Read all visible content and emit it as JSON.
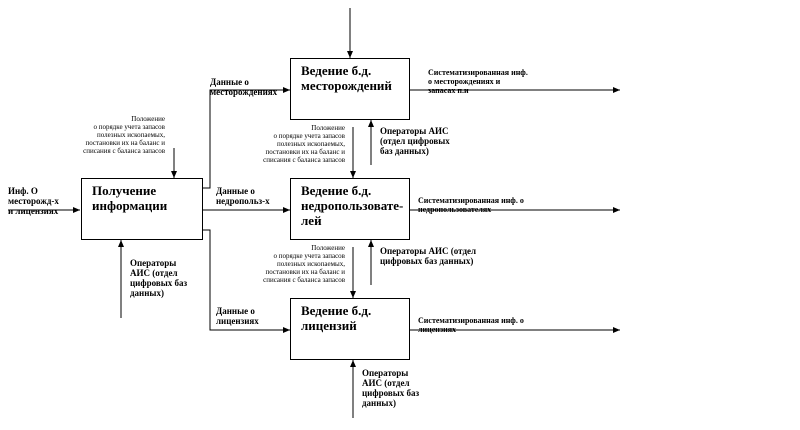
{
  "boxes": {
    "receive": "Получение\nинформации",
    "deposits": "Ведение б.д.\nместорождений",
    "subsoil": "Ведение б.д.\nнедропользовате-\nлей",
    "licenses": "Ведение б.д.\nлицензий"
  },
  "inputs": {
    "main": "Инф. О\nместорожд-х\nи лицензиях",
    "deposits_data": "Данные о\nместорождениях",
    "subsoil_data": "Данные о\nнедропольз-х",
    "license_data": "Данные о\nлицензиях"
  },
  "controls": {
    "regulation_receive": "Положение\nо порядке учета запасов\nполезных ископаемых,\nпостановки их на баланс и\nсписания с баланса запасов",
    "regulation_subsoil": "Положение\nо порядке учета запасов\nполезных ископаемых,\nпостановки их на баланс и\nсписания с баланса запасов",
    "regulation_licenses": "Положение\nо порядке учета запасов\nполезных ископаемых,\nпостановки их на баланс и\nсписания с баланса запасов"
  },
  "mechanisms": {
    "receive": "Операторы\nАИС (отдел\nцифровых баз\nданных)",
    "deposits": "Операторы АИС\n(отдел цифровых\nбаз данных)",
    "subsoil": "Операторы АИС (отдел\nцифровых баз данных)",
    "licenses": "Операторы\nАИС (отдел\nцифровых баз\nданных)"
  },
  "outputs": {
    "deposits": "Систематизированная инф.\nо месторождениях и\nзапасах п.и",
    "subsoil": "Систематизированная инф. о\nнедропользователях",
    "licenses": "Систематизированная инф. о\nлицензиях"
  }
}
